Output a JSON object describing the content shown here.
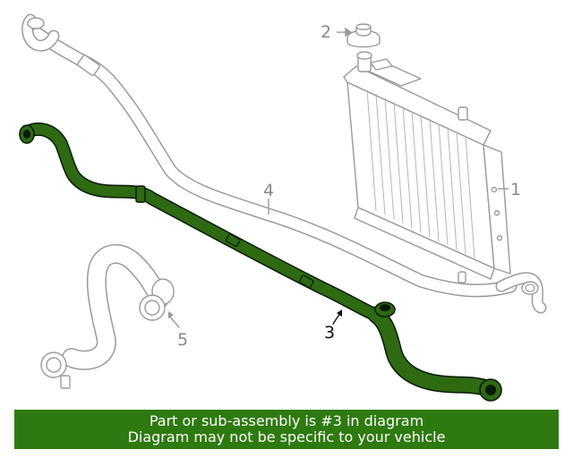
{
  "diagram": {
    "callouts": [
      {
        "number": "1",
        "part": "radiator"
      },
      {
        "number": "2",
        "part": "radiator-cap"
      },
      {
        "number": "3",
        "part": "lower-coolant-hose"
      },
      {
        "number": "4",
        "part": "upper-coolant-pipe"
      },
      {
        "number": "5",
        "part": "bypass-hose"
      }
    ],
    "highlighted_callout": "3"
  },
  "banner": {
    "line1": "Part or sub-assembly is #3 in diagram",
    "line2": "Diagram may not be specific to your vehicle"
  },
  "colors": {
    "banner_bg": "#2e7a10",
    "banner_text": "#ffffff",
    "highlight_fill": "#2d6a12",
    "highlight_stroke": "#0a1a04",
    "line_art": "#9a9a9a",
    "callout_text": "#8a8a8a"
  }
}
